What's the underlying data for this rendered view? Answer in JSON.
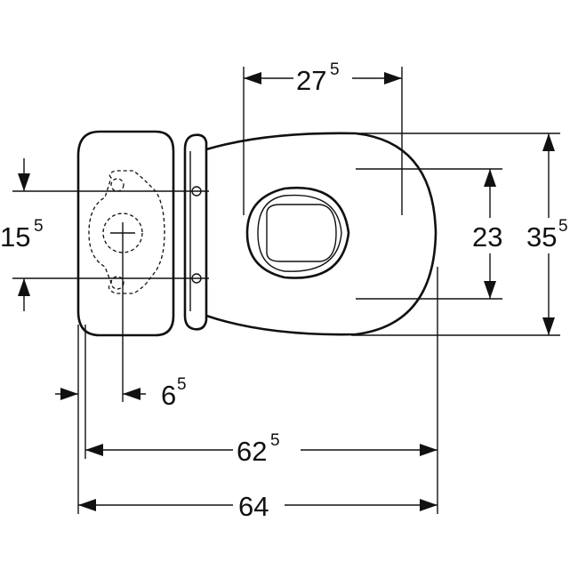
{
  "dimensions": {
    "bowl_width": {
      "main": "27",
      "sup": "5"
    },
    "bowl_depth": {
      "main": "35",
      "sup": "5"
    },
    "rim_depth": {
      "main": "23",
      "sup": ""
    },
    "fixing_gap": {
      "main": "15",
      "sup": "5"
    },
    "offset_small": {
      "main": "6",
      "sup": "5"
    },
    "length_inner": {
      "main": "62",
      "sup": "5"
    },
    "length_total": {
      "main": "64",
      "sup": ""
    }
  }
}
